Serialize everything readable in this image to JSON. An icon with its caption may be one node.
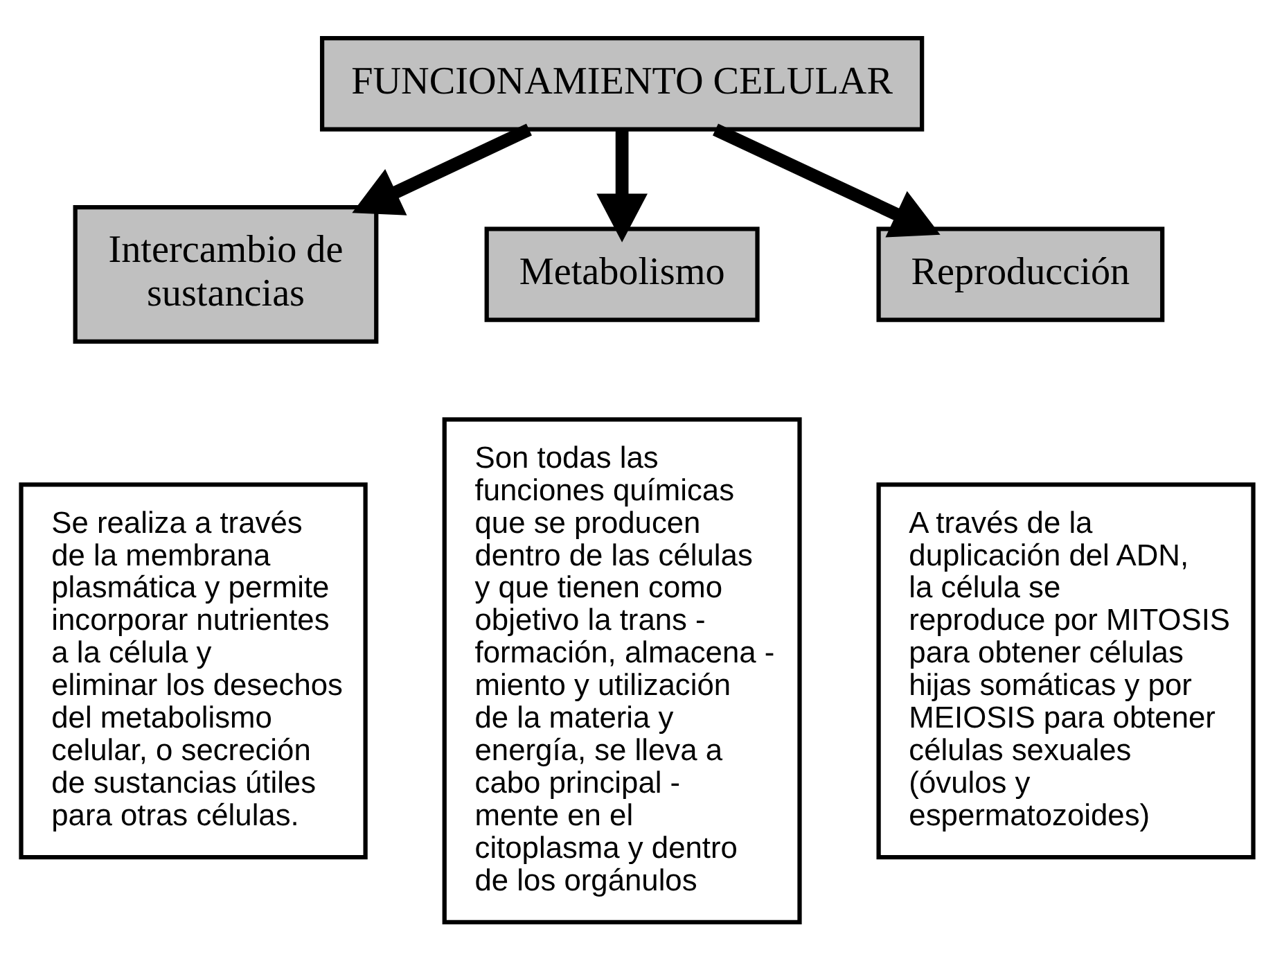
{
  "diagram": {
    "nodes": [
      {
        "text": [
          "FUNCIONAMIENTO CELULAR"
        ]
      },
      {
        "text": [
          "Intercambio de sustancias"
        ]
      },
      {
        "text": [
          "Metabolismo"
        ]
      },
      {
        "text": [
          "Reproducción"
        ]
      },
      {
        "text": [
          "Se realiza a través de la membrana plasmática y permite incorporar nutrientes a la célula y eliminar los desechos del metabolismo celular, o secreción de sustancias útiles para otras células."
        ]
      },
      {
        "text": [
          "Son todas las funciones químicas que se producen dentro de las células y que tienen como objetivo la trans - formación, almacena - miento y utilización de la materia y energía, se lleva a cabo principal - mente en el citoplasma y dentro de los orgánulos"
        ]
      },
      {
        "text": [
          "A través de la duplicación del ADN, la célula se reproduce por MITOSIS para obtener células hijas somáticas y por MEIOSIS para obtener células sexuales (óvulos y espermatozoides)"
        ]
      }
    ],
    "edges": [
      {
        "from": 0,
        "to": 1,
        "arrow": "to"
      },
      {
        "from": 0,
        "to": 2,
        "arrow": "to"
      },
      {
        "from": 0,
        "to": 3,
        "arrow": "to"
      }
    ]
  }
}
